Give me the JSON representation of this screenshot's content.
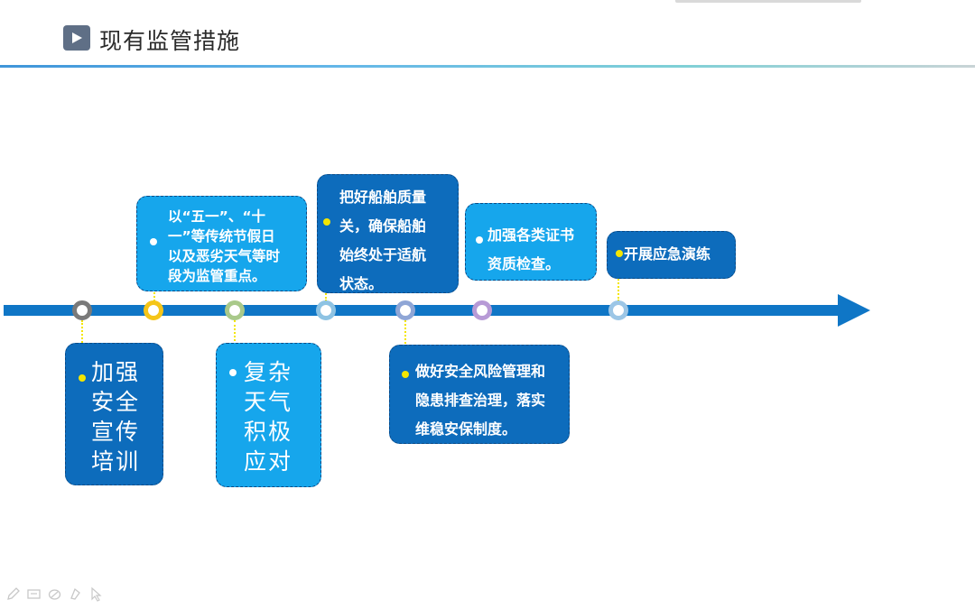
{
  "header": {
    "title": "现有监管措施",
    "icon": "play-icon",
    "icon_color": "#5f6f86"
  },
  "colors": {
    "axis": "#0f76c6",
    "card_dark": "#0d6cbc",
    "card_light": "#16a6ec",
    "connector": "#f4e600"
  },
  "timeline": {
    "nodes": [
      {
        "color": "#7a7a7a"
      },
      {
        "color": "#f5c518"
      },
      {
        "color": "#a9c98a"
      },
      {
        "color": "#8ec3e3"
      },
      {
        "color": "#8fa6d6"
      },
      {
        "color": "#b79ad6"
      },
      {
        "color": "#9cc6e6"
      }
    ],
    "cards_top": [
      {
        "text": "以“五一”、“十\n一”等传统节假日\n以及恶劣天气等时\n段为监管重点。"
      },
      {
        "text": "把好船舶质量\n关，确保船舶\n始终处于适航\n状态。"
      },
      {
        "text": "加强各类证书\n资质检查。"
      },
      {
        "text": "开展应急演练"
      }
    ],
    "cards_bottom": [
      {
        "text": "加强\n安全\n宣传\n培训"
      },
      {
        "text": "复杂\n天气\n积极\n应对"
      },
      {
        "text": "做好安全风险管理和\n隐患排查治理，落实\n维稳安保制度。"
      }
    ]
  },
  "toolbar": {
    "icons": [
      "pen-icon",
      "screen-icon",
      "eraser-icon",
      "highlighter-icon",
      "pointer-icon"
    ]
  }
}
